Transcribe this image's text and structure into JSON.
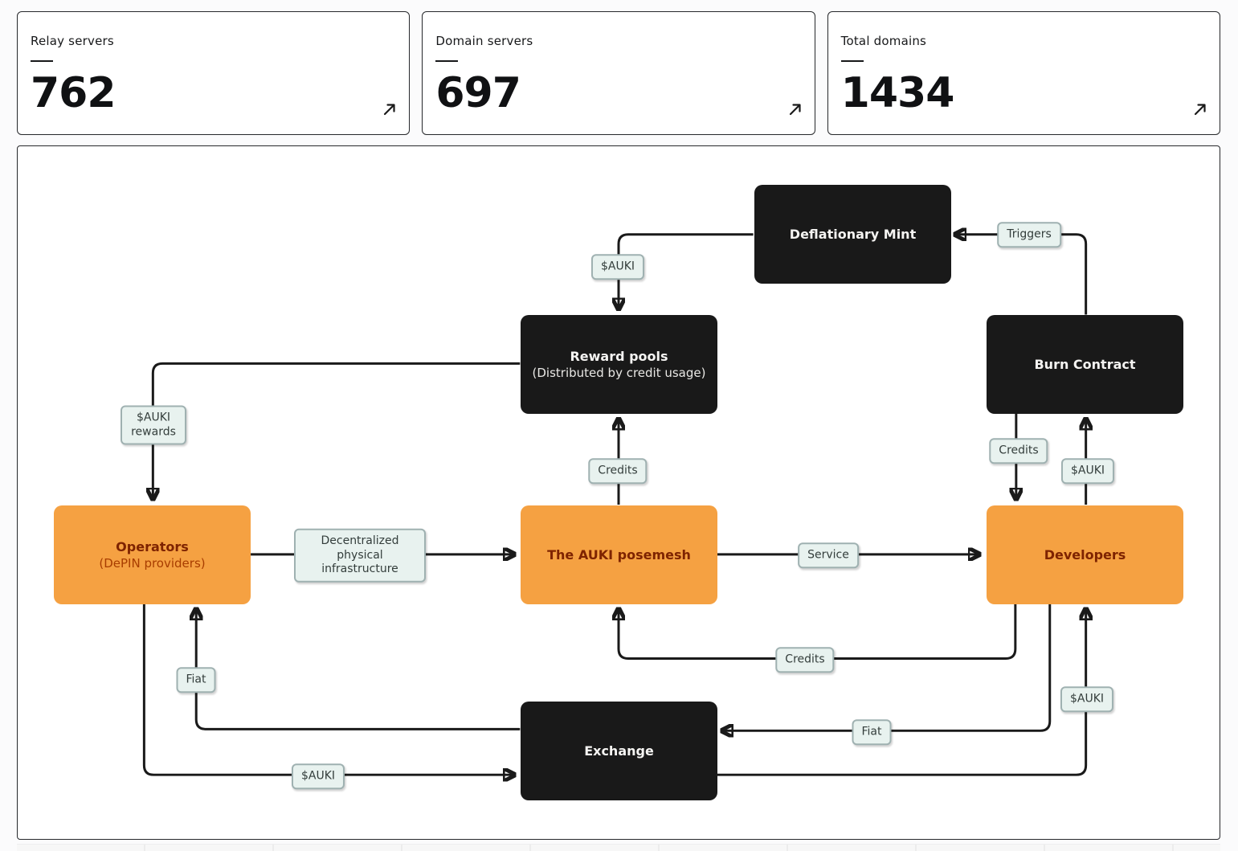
{
  "stats": [
    {
      "label": "Relay servers",
      "value": "762"
    },
    {
      "label": "Domain servers",
      "value": "697"
    },
    {
      "label": "Total domains",
      "value": "1434"
    }
  ],
  "diagram": {
    "nodes": [
      {
        "id": "deflationary-mint",
        "label": "Deflationary Mint",
        "type": "dark"
      },
      {
        "id": "reward-pools",
        "label": "Reward pools",
        "sublabel": "(Distributed by credit usage)",
        "type": "dark"
      },
      {
        "id": "burn-contract",
        "label": "Burn Contract",
        "type": "dark"
      },
      {
        "id": "operators",
        "label": "Operators",
        "sublabel": "(DePIN providers)",
        "type": "orange"
      },
      {
        "id": "auki-posemesh",
        "label": "The AUKI posemesh",
        "type": "orange"
      },
      {
        "id": "developers",
        "label": "Developers",
        "type": "orange"
      },
      {
        "id": "exchange",
        "label": "Exchange",
        "type": "dark"
      }
    ],
    "chips": [
      {
        "text": "$AUKI",
        "edge": "deflationary-mint-to-reward-pools"
      },
      {
        "text": "Triggers",
        "edge": "burn-contract-to-deflationary-mint"
      },
      {
        "text": "$AUKI rewards",
        "edge": "reward-pools-to-operators"
      },
      {
        "text": "Credits",
        "edge": "posemesh-to-reward-pools"
      },
      {
        "text": "Decentralized physical infrastructure",
        "edge": "operators-to-posemesh"
      },
      {
        "text": "Service",
        "edge": "posemesh-to-developers"
      },
      {
        "text": "Credits",
        "edge": "burn-contract-to-developers"
      },
      {
        "text": "$AUKI",
        "edge": "developers-to-burn-contract"
      },
      {
        "text": "Credits",
        "edge": "developers-to-posemesh"
      },
      {
        "text": "Fiat",
        "edge": "developers-to-exchange"
      },
      {
        "text": "Fiat",
        "edge": "exchange-to-operators"
      },
      {
        "text": "$AUKI",
        "edge": "operators-to-exchange"
      },
      {
        "text": "$AUKI",
        "edge": "exchange-to-developers"
      }
    ],
    "colors": {
      "node_dark": "#191919",
      "node_orange": "#f5a142",
      "orange_title_text": "#7e2300",
      "orange_sub_text": "#a83d00",
      "chip_bg": "#e8f2ef",
      "chip_border": "#9fb1b1",
      "line": "#1a1a1a"
    }
  }
}
